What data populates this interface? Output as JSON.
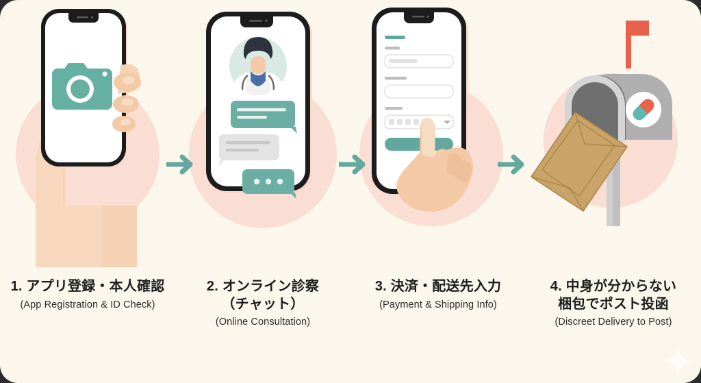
{
  "canvas": {
    "background_color": "#FBF7EC",
    "accent_teal": "#63A89E",
    "accent_pink": "#FADDD3",
    "accent_red": "#E8614B",
    "skin_color": "#F3C9A6",
    "envelope_color": "#C9A368",
    "mailbox_color": "#AFAFAF"
  },
  "steps": [
    {
      "index": "1",
      "title_ja": "1. アプリ登録・本人確認",
      "title_en": "(App Registration & ID Check)",
      "art_name": "hand-holding-phone-camera",
      "icon": "camera-icon"
    },
    {
      "index": "2",
      "title_ja": "2. オンライン診察\n（チャット）",
      "title_en": "(Online Consultation)",
      "art_name": "phone-doctor-chat",
      "icon": "doctor-avatar-icon"
    },
    {
      "index": "3",
      "title_ja": "3. 決済・配送先入力",
      "title_en": "(Payment & Shipping Info)",
      "art_name": "phone-form-tapping-hand",
      "icon": "form-icon"
    },
    {
      "index": "4",
      "title_ja": "4. 中身が分からない\n梱包でポスト投函",
      "title_en": "(Discreet Delivery to Post)",
      "art_name": "mailbox-envelope",
      "icon": "mailbox-icon"
    }
  ],
  "arrows": [
    {
      "name": "arrow-step1-to-step2",
      "glyph": "→"
    },
    {
      "name": "arrow-step2-to-step3",
      "glyph": "→"
    },
    {
      "name": "arrow-step3-to-step4",
      "glyph": "→"
    }
  ]
}
